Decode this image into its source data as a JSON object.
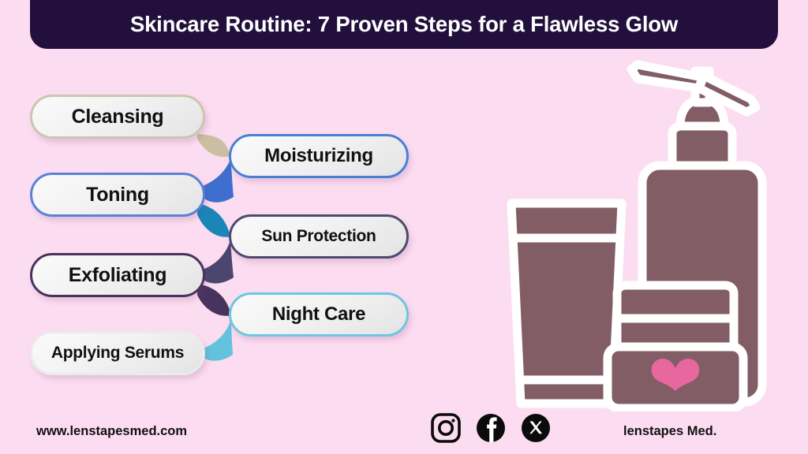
{
  "header": {
    "title": "Skincare Routine: 7 Proven Steps for a Flawless Glow",
    "bar_color": "#220f3c",
    "text_color": "#ffffff"
  },
  "page": {
    "background_color": "#fcdcf0"
  },
  "diagram": {
    "type": "zigzag-step-chain",
    "step_count": 7,
    "steps": [
      {
        "label": "Cleansing",
        "column": "left",
        "border_color": "#ccc6ae"
      },
      {
        "label": "Moisturizing",
        "column": "right",
        "border_color": "#4a7fd4"
      },
      {
        "label": "Toning",
        "column": "left",
        "border_color": "#5a80d8"
      },
      {
        "label": "Sun Protection",
        "column": "right",
        "border_color": "#4e4a70"
      },
      {
        "label": "Exfoliating",
        "column": "left",
        "border_color": "#46345f"
      },
      {
        "label": "Night Care",
        "column": "right",
        "border_color": "#6ec6e0"
      },
      {
        "label": "Applying Serums",
        "column": "left",
        "border_color": "#ebebeb"
      }
    ],
    "connector_colors": [
      "#cabfa2",
      "#3f6fce",
      "#1b85b8",
      "#4a4670",
      "#47345e",
      "#63c3dd"
    ]
  },
  "illustration": {
    "name": "skincare-products",
    "items": [
      "cream-tube",
      "pump-bottle",
      "cream-jar"
    ],
    "product_color": "#825d66",
    "outline_color": "#ffffff",
    "heart_color": "#e8679e"
  },
  "footer": {
    "url": "www.lenstapesmed.com",
    "brand": "lenstapes Med.",
    "social": [
      {
        "name": "instagram-icon",
        "label": "Instagram"
      },
      {
        "name": "facebook-icon",
        "label": "Facebook"
      },
      {
        "name": "x-twitter-icon",
        "label": "X"
      }
    ]
  }
}
